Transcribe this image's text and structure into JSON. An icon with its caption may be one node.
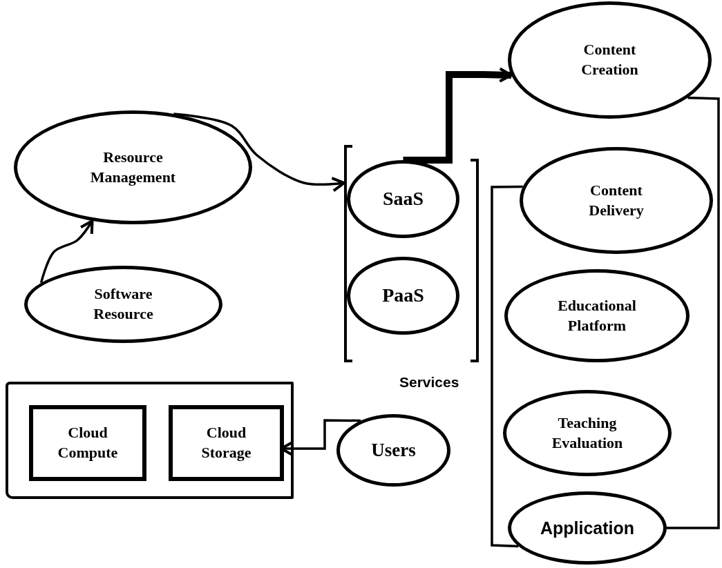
{
  "diagram": {
    "nodes": [
      {
        "text": [
          "Resource Management"
        ]
      },
      {
        "text": [
          "Software Resource"
        ]
      },
      {
        "text": [
          "Services"
        ]
      },
      {
        "text": [
          "SaaS"
        ],
        "in": 2
      },
      {
        "text": [
          "PaaS"
        ],
        "in": 2
      },
      {
        "text": [
          "Content Creation"
        ]
      },
      {
        "text": [
          "Content Delivery"
        ]
      },
      {
        "text": [
          "Educational Platform"
        ]
      },
      {
        "text": [
          "Teaching Evaluation"
        ]
      },
      {
        "text": [
          "Application"
        ]
      },
      {
        "text": [],
        "shape": "box"
      },
      {
        "text": [
          "Cloud Compute"
        ],
        "in": 10
      },
      {
        "text": [
          "Cloud Storage"
        ],
        "in": 10
      },
      {
        "text": [
          "Users"
        ]
      }
    ],
    "edges": [
      {
        "from": 1,
        "to": 0,
        "arrow": "to"
      },
      {
        "from": 0,
        "to": 2,
        "arrow": "to"
      },
      {
        "from": 3,
        "to": 5,
        "arrow": "to",
        "style": "thick"
      },
      {
        "from": 13,
        "to": 12,
        "arrow": "to"
      },
      {
        "from": 5,
        "to": 9,
        "arrow": "none"
      },
      {
        "from": 6,
        "to": 9,
        "arrow": "none"
      }
    ]
  }
}
